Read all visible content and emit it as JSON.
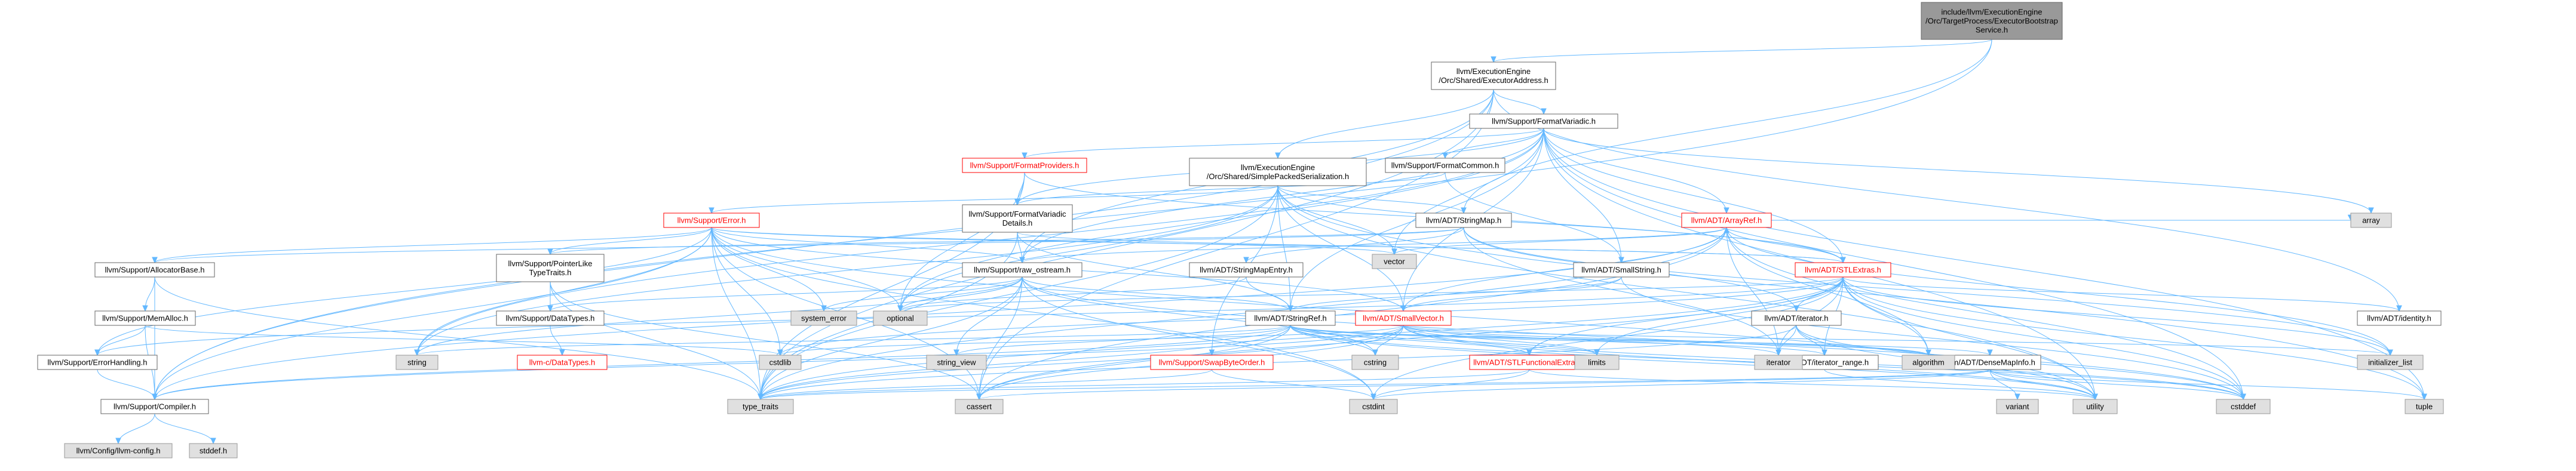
{
  "colors": {
    "edge": "#63b8ff",
    "root_fill": "#999999",
    "node_fill": "#ffffff",
    "node_border": "#666666",
    "external_fill": "#e0e0e0",
    "external_border": "#999999",
    "truncated_border": "#ff0000",
    "truncated_text": "#ff0000",
    "text": "#000000"
  },
  "nodes": [
    {
      "id": "root",
      "lines": [
        "include/llvm/ExecutionEngine",
        "/Orc/TargetProcess/ExecutorBootstrap",
        "Service.h"
      ],
      "kind": "root"
    },
    {
      "id": "ExecutorAddress",
      "lines": [
        "llvm/ExecutionEngine",
        "/Orc/Shared/ExecutorAddress.h"
      ],
      "kind": "file"
    },
    {
      "id": "FormatVariadic",
      "lines": [
        "llvm/Support/FormatVariadic.h"
      ],
      "kind": "file"
    },
    {
      "id": "FormatProviders",
      "lines": [
        "llvm/Support/FormatProviders.h"
      ],
      "kind": "truncated"
    },
    {
      "id": "SimplePackedSerialization",
      "lines": [
        "llvm/ExecutionEngine",
        "/Orc/Shared/SimplePackedSerialization.h"
      ],
      "kind": "file"
    },
    {
      "id": "FormatCommon",
      "lines": [
        "llvm/Support/FormatCommon.h"
      ],
      "kind": "file"
    },
    {
      "id": "Error",
      "lines": [
        "llvm/Support/Error.h"
      ],
      "kind": "truncated"
    },
    {
      "id": "FormatVariadicDetails",
      "lines": [
        "llvm/Support/FormatVariadic",
        "Details.h"
      ],
      "kind": "file"
    },
    {
      "id": "StringMap",
      "lines": [
        "llvm/ADT/StringMap.h"
      ],
      "kind": "file"
    },
    {
      "id": "ArrayRef",
      "lines": [
        "llvm/ADT/ArrayRef.h"
      ],
      "kind": "truncated"
    },
    {
      "id": "AllocatorBase",
      "lines": [
        "llvm/Support/AllocatorBase.h"
      ],
      "kind": "file"
    },
    {
      "id": "PointerLikeTypeTraits",
      "lines": [
        "llvm/Support/PointerLike",
        "TypeTraits.h"
      ],
      "kind": "file"
    },
    {
      "id": "raw_ostream",
      "lines": [
        "llvm/Support/raw_ostream.h"
      ],
      "kind": "file"
    },
    {
      "id": "StringMapEntry",
      "lines": [
        "llvm/ADT/StringMapEntry.h"
      ],
      "kind": "file"
    },
    {
      "id": "SmallString",
      "lines": [
        "llvm/ADT/SmallString.h"
      ],
      "kind": "file"
    },
    {
      "id": "STLExtras",
      "lines": [
        "llvm/ADT/STLExtras.h"
      ],
      "kind": "truncated"
    },
    {
      "id": "MemAlloc",
      "lines": [
        "llvm/Support/MemAlloc.h"
      ],
      "kind": "file"
    },
    {
      "id": "DataTypes",
      "lines": [
        "llvm/Support/DataTypes.h"
      ],
      "kind": "file"
    },
    {
      "id": "StringRef",
      "lines": [
        "llvm/ADT/StringRef.h"
      ],
      "kind": "file"
    },
    {
      "id": "SmallVector",
      "lines": [
        "llvm/ADT/SmallVector.h"
      ],
      "kind": "truncated"
    },
    {
      "id": "ADTiterator",
      "lines": [
        "llvm/ADT/iterator.h"
      ],
      "kind": "file"
    },
    {
      "id": "identity",
      "lines": [
        "llvm/ADT/identity.h"
      ],
      "kind": "file"
    },
    {
      "id": "ErrorHandling",
      "lines": [
        "llvm/Support/ErrorHandling.h"
      ],
      "kind": "file"
    },
    {
      "id": "c_DataTypes",
      "lines": [
        "llvm-c/DataTypes.h"
      ],
      "kind": "truncated"
    },
    {
      "id": "SwapByteOrder",
      "lines": [
        "llvm/Support/SwapByteOrder.h"
      ],
      "kind": "truncated"
    },
    {
      "id": "STLFunctionalExtras",
      "lines": [
        "llvm/ADT/STLFunctionalExtras.h"
      ],
      "kind": "truncated"
    },
    {
      "id": "iterator_range",
      "lines": [
        "llvm/ADT/iterator_range.h"
      ],
      "kind": "file"
    },
    {
      "id": "DenseMapInfo",
      "lines": [
        "llvm/ADT/DenseMapInfo.h"
      ],
      "kind": "file"
    },
    {
      "id": "Compiler",
      "lines": [
        "llvm/Support/Compiler.h"
      ],
      "kind": "file"
    },
    {
      "id": "llvm_config",
      "lines": [
        "llvm/Config/llvm-config.h"
      ],
      "kind": "external"
    },
    {
      "id": "stddef_h",
      "lines": [
        "stddef.h"
      ],
      "kind": "external"
    },
    {
      "id": "vector",
      "lines": [
        "vector"
      ],
      "kind": "external"
    },
    {
      "id": "system_error",
      "lines": [
        "system_error"
      ],
      "kind": "external"
    },
    {
      "id": "optional",
      "lines": [
        "optional"
      ],
      "kind": "external"
    },
    {
      "id": "string",
      "lines": [
        "string"
      ],
      "kind": "external"
    },
    {
      "id": "type_traits",
      "lines": [
        "type_traits"
      ],
      "kind": "external"
    },
    {
      "id": "cassert",
      "lines": [
        "cassert"
      ],
      "kind": "external"
    },
    {
      "id": "cstdint",
      "lines": [
        "cstdint"
      ],
      "kind": "external"
    },
    {
      "id": "cstddef",
      "lines": [
        "cstddef"
      ],
      "kind": "external"
    },
    {
      "id": "cstdlib",
      "lines": [
        "cstdlib"
      ],
      "kind": "external"
    },
    {
      "id": "cstring",
      "lines": [
        "cstring"
      ],
      "kind": "external"
    },
    {
      "id": "string_view",
      "lines": [
        "string_view"
      ],
      "kind": "external"
    },
    {
      "id": "limits",
      "lines": [
        "limits"
      ],
      "kind": "external"
    },
    {
      "id": "iterator",
      "lines": [
        "iterator"
      ],
      "kind": "external"
    },
    {
      "id": "algorithm",
      "lines": [
        "algorithm"
      ],
      "kind": "external"
    },
    {
      "id": "initializer_list",
      "lines": [
        "initializer_list"
      ],
      "kind": "external"
    },
    {
      "id": "utility",
      "lines": [
        "utility"
      ],
      "kind": "external"
    },
    {
      "id": "variant",
      "lines": [
        "variant"
      ],
      "kind": "external"
    },
    {
      "id": "tuple",
      "lines": [
        "tuple"
      ],
      "kind": "external"
    },
    {
      "id": "array",
      "lines": [
        "array"
      ],
      "kind": "external"
    }
  ],
  "edges": [
    [
      "root",
      "ExecutorAddress"
    ],
    [
      "root",
      "StringMap"
    ],
    [
      "root",
      "Compiler"
    ],
    [
      "ExecutorAddress",
      "FormatVariadic"
    ],
    [
      "ExecutorAddress",
      "SimplePackedSerialization"
    ],
    [
      "ExecutorAddress",
      "identity"
    ],
    [
      "ExecutorAddress",
      "raw_ostream"
    ],
    [
      "ExecutorAddress",
      "Compiler"
    ],
    [
      "ExecutorAddress",
      "type_traits"
    ],
    [
      "ExecutorAddress",
      "cassert"
    ],
    [
      "FormatVariadic",
      "ArrayRef"
    ],
    [
      "FormatVariadic",
      "SmallString"
    ],
    [
      "FormatVariadic",
      "SmallVector"
    ],
    [
      "FormatVariadic",
      "StringRef"
    ],
    [
      "FormatVariadic",
      "FormatCommon"
    ],
    [
      "FormatVariadic",
      "FormatProviders"
    ],
    [
      "FormatVariadic",
      "FormatVariadicDetails"
    ],
    [
      "FormatVariadic",
      "raw_ostream"
    ],
    [
      "FormatVariadic",
      "array"
    ],
    [
      "FormatVariadic",
      "cstddef"
    ],
    [
      "FormatVariadic",
      "optional"
    ],
    [
      "FormatVariadic",
      "string"
    ],
    [
      "FormatVariadic",
      "tuple"
    ],
    [
      "FormatVariadic",
      "utility"
    ],
    [
      "FormatVariadic",
      "vector"
    ],
    [
      "FormatVariadic",
      "STLExtras"
    ],
    [
      "FormatProviders",
      "STLExtras"
    ],
    [
      "FormatProviders",
      "FormatVariadicDetails"
    ],
    [
      "FormatProviders",
      "optional"
    ],
    [
      "FormatProviders",
      "type_traits"
    ],
    [
      "SimplePackedSerialization",
      "STLExtras"
    ],
    [
      "SimplePackedSerialization",
      "SmallVector"
    ],
    [
      "SimplePackedSerialization",
      "StringMap"
    ],
    [
      "SimplePackedSerialization",
      "StringRef"
    ],
    [
      "SimplePackedSerialization",
      "Error"
    ],
    [
      "SimplePackedSerialization",
      "SwapByteOrder"
    ],
    [
      "SimplePackedSerialization",
      "string"
    ],
    [
      "SimplePackedSerialization",
      "tuple"
    ],
    [
      "SimplePackedSerialization",
      "type_traits"
    ],
    [
      "SimplePackedSerialization",
      "utility"
    ],
    [
      "SimplePackedSerialization",
      "vector"
    ],
    [
      "SimplePackedSerialization",
      "optional"
    ],
    [
      "FormatCommon",
      "FormatVariadicDetails"
    ],
    [
      "FormatCommon",
      "SmallString"
    ],
    [
      "FormatVariadicDetails",
      "StringRef"
    ],
    [
      "FormatVariadicDetails",
      "STLExtras"
    ],
    [
      "FormatVariadicDetails",
      "raw_ostream"
    ],
    [
      "FormatVariadicDetails",
      "type_traits"
    ],
    [
      "Error",
      "Compiler"
    ],
    [
      "Error",
      "ErrorHandling"
    ],
    [
      "Error",
      "raw_ostream"
    ],
    [
      "Error",
      "STLExtras"
    ],
    [
      "Error",
      "SmallVector"
    ],
    [
      "Error",
      "cassert"
    ],
    [
      "Error",
      "cstdint"
    ],
    [
      "Error",
      "cstdlib"
    ],
    [
      "Error",
      "optional"
    ],
    [
      "Error",
      "string"
    ],
    [
      "Error",
      "system_error"
    ],
    [
      "Error",
      "type_traits"
    ],
    [
      "Error",
      "utility"
    ],
    [
      "Error",
      "vector"
    ],
    [
      "Error",
      "AllocatorBase"
    ],
    [
      "Error",
      "PointerLikeTypeTraits"
    ],
    [
      "StringMap",
      "StringMapEntry"
    ],
    [
      "StringMap",
      "ADTiterator"
    ],
    [
      "StringMap",
      "AllocatorBase"
    ],
    [
      "StringMap",
      "PointerLikeTypeTraits"
    ],
    [
      "StringMap",
      "initializer_list"
    ],
    [
      "StringMap",
      "iterator"
    ],
    [
      "ArrayRef",
      "Compiler"
    ],
    [
      "ArrayRef",
      "STLExtras"
    ],
    [
      "ArrayRef",
      "SmallVector"
    ],
    [
      "ArrayRef",
      "algorithm"
    ],
    [
      "ArrayRef",
      "array"
    ],
    [
      "ArrayRef",
      "cassert"
    ],
    [
      "ArrayRef",
      "cstddef"
    ],
    [
      "ArrayRef",
      "initializer_list"
    ],
    [
      "ArrayRef",
      "iterator"
    ],
    [
      "ArrayRef",
      "type_traits"
    ],
    [
      "ArrayRef",
      "vector"
    ],
    [
      "AllocatorBase",
      "Compiler"
    ],
    [
      "AllocatorBase",
      "MemAlloc"
    ],
    [
      "AllocatorBase",
      "type_traits"
    ],
    [
      "PointerLikeTypeTraits",
      "DataTypes"
    ],
    [
      "PointerLikeTypeTraits",
      "cassert"
    ],
    [
      "PointerLikeTypeTraits",
      "type_traits"
    ],
    [
      "raw_ostream",
      "ArrayRef"
    ],
    [
      "raw_ostream",
      "StringRef"
    ],
    [
      "raw_ostream",
      "DataTypes"
    ],
    [
      "raw_ostream",
      "cassert"
    ],
    [
      "raw_ostream",
      "cstddef"
    ],
    [
      "raw_ostream",
      "cstdint"
    ],
    [
      "raw_ostream",
      "cstring"
    ],
    [
      "raw_ostream",
      "optional"
    ],
    [
      "raw_ostream",
      "string"
    ],
    [
      "raw_ostream",
      "string_view"
    ],
    [
      "raw_ostream",
      "system_error"
    ],
    [
      "raw_ostream",
      "type_traits"
    ],
    [
      "StringMapEntry",
      "StringRef"
    ],
    [
      "StringMapEntry",
      "optional"
    ],
    [
      "SmallString",
      "SmallVector"
    ],
    [
      "SmallString",
      "StringRef"
    ],
    [
      "SmallString",
      "cstddef"
    ],
    [
      "STLExtras",
      "ADTiterator"
    ],
    [
      "STLExtras",
      "iterator_range"
    ],
    [
      "STLExtras",
      "STLFunctionalExtras"
    ],
    [
      "STLExtras",
      "identity"
    ],
    [
      "STLExtras",
      "ErrorHandling"
    ],
    [
      "STLExtras",
      "algorithm"
    ],
    [
      "STLExtras",
      "cassert"
    ],
    [
      "STLExtras",
      "cstddef"
    ],
    [
      "STLExtras",
      "cstdint"
    ],
    [
      "STLExtras",
      "cstdlib"
    ],
    [
      "STLExtras",
      "initializer_list"
    ],
    [
      "STLExtras",
      "iterator"
    ],
    [
      "STLExtras",
      "limits"
    ],
    [
      "STLExtras",
      "optional"
    ],
    [
      "STLExtras",
      "tuple"
    ],
    [
      "STLExtras",
      "type_traits"
    ],
    [
      "STLExtras",
      "utility"
    ],
    [
      "MemAlloc",
      "Compiler"
    ],
    [
      "MemAlloc",
      "ErrorHandling"
    ],
    [
      "MemAlloc",
      "cstdlib"
    ],
    [
      "DataTypes",
      "c_DataTypes"
    ],
    [
      "StringRef",
      "STLFunctionalExtras"
    ],
    [
      "StringRef",
      "iterator_range"
    ],
    [
      "StringRef",
      "Compiler"
    ],
    [
      "StringRef",
      "algorithm"
    ],
    [
      "StringRef",
      "cassert"
    ],
    [
      "StringRef",
      "cstddef"
    ],
    [
      "StringRef",
      "cstring"
    ],
    [
      "StringRef",
      "limits"
    ],
    [
      "StringRef",
      "string"
    ],
    [
      "StringRef",
      "string_view"
    ],
    [
      "StringRef",
      "type_traits"
    ],
    [
      "StringRef",
      "utility"
    ],
    [
      "StringRef",
      "DenseMapInfo"
    ],
    [
      "SmallVector",
      "Compiler"
    ],
    [
      "SmallVector",
      "algorithm"
    ],
    [
      "SmallVector",
      "cassert"
    ],
    [
      "SmallVector",
      "cstddef"
    ],
    [
      "SmallVector",
      "cstdlib"
    ],
    [
      "SmallVector",
      "cstring"
    ],
    [
      "SmallVector",
      "functional"
    ],
    [
      "SmallVector",
      "initializer_list"
    ],
    [
      "SmallVector",
      "iterator"
    ],
    [
      "SmallVector",
      "limits"
    ],
    [
      "SmallVector",
      "memory"
    ],
    [
      "SmallVector",
      "new"
    ],
    [
      "SmallVector",
      "type_traits"
    ],
    [
      "SmallVector",
      "utility"
    ],
    [
      "ADTiterator",
      "iterator_range"
    ],
    [
      "ADTiterator",
      "cstddef"
    ],
    [
      "ADTiterator",
      "iterator"
    ],
    [
      "ADTiterator",
      "type_traits"
    ],
    [
      "ADTiterator",
      "utility"
    ],
    [
      "ErrorHandling",
      "Compiler"
    ],
    [
      "SwapByteOrder",
      "STLForwardCompat"
    ],
    [
      "SwapByteOrder",
      "cstdint"
    ],
    [
      "SwapByteOrder",
      "type_traits"
    ],
    [
      "STLFunctionalExtras",
      "cstdint"
    ],
    [
      "STLFunctionalExtras",
      "type_traits"
    ],
    [
      "STLFunctionalExtras",
      "utility"
    ],
    [
      "iterator_range",
      "utility"
    ],
    [
      "DenseMapInfo",
      "cassert"
    ],
    [
      "DenseMapInfo",
      "cstddef"
    ],
    [
      "DenseMapInfo",
      "cstdint"
    ],
    [
      "DenseMapInfo",
      "tuple"
    ],
    [
      "DenseMapInfo",
      "type_traits"
    ],
    [
      "DenseMapInfo",
      "utility"
    ],
    [
      "DenseMapInfo",
      "variant"
    ],
    [
      "Compiler",
      "llvm_config"
    ],
    [
      "Compiler",
      "stddef_h"
    ]
  ]
}
